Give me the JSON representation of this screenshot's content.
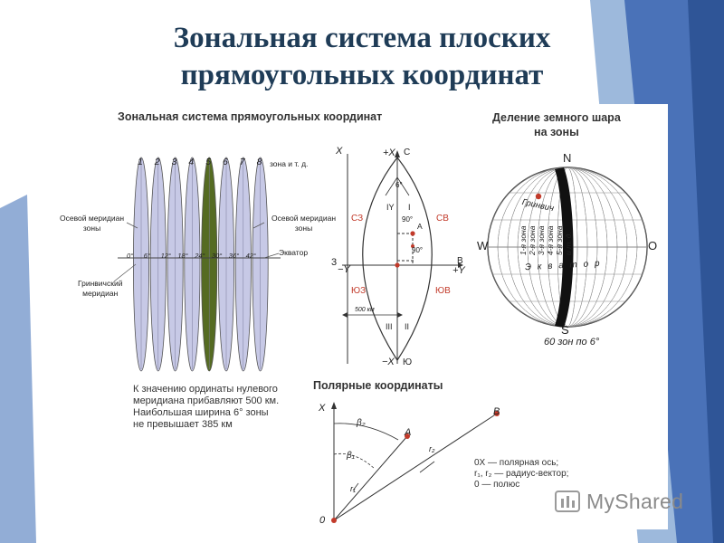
{
  "title": {
    "line1": "Зональная система плоских",
    "line2": "прямоугольных координат"
  },
  "zones_panel": {
    "heading": "Зональная система прямоугольных координат",
    "zone_numbers": [
      "1",
      "2",
      "3",
      "4",
      "5",
      "6",
      "7",
      "8"
    ],
    "zone_etc": "зона и т. д.",
    "degrees": [
      "0°",
      "6°",
      "12°",
      "18°",
      "24°",
      "30°",
      "36°",
      "42°"
    ],
    "axial_meridian_left": "Осевой меридиан\nзоны",
    "axial_meridian_right": "Осевой меридиан\nзоны",
    "equator": "Экватор",
    "greenwich": "Гринвичский\nмеридиан",
    "note": "К значению ординаты нулевого\nмеридиана прибавляют 500 км.\nНаибольшая ширина 6° зоны\nне превышает 385 км"
  },
  "zone_diagram": {
    "x_label": "X",
    "plus_x": "+X",
    "c_label": "С",
    "minus_x": "−X",
    "yu_label": "Ю",
    "b_label": "В",
    "plus_y": "+Y",
    "minus_y": "−Y",
    "three": "3",
    "six_deg": "6°",
    "deg_90_a": "90°",
    "deg_90_b": "90°",
    "a_label": "А",
    "sz": "СЗ",
    "sv": "СВ",
    "yuz": "ЮЗ",
    "yuv": "ЮВ",
    "q1": "I",
    "q2": "II",
    "q3": "III",
    "q4": "IY",
    "km": "500 км"
  },
  "globe": {
    "heading": "Деление земного шара\nна зоны",
    "n": "N",
    "s": "S",
    "w": "W",
    "o": "O",
    "greenwich": "Гринвич",
    "zones": [
      "1-я зона",
      "2-я зона",
      "3-я зона",
      "4-я зона",
      "5-я зона",
      "и т. д."
    ],
    "equator_letters": "Э к в а т о р",
    "caption": "60 зон по 6°"
  },
  "polar": {
    "heading": "Полярные координаты",
    "x_label": "X",
    "zero": "0",
    "a": "A",
    "b": "B",
    "beta1": "β₁",
    "beta2": "β₂",
    "r1": "r₁",
    "r2": "r₂",
    "legend": "0X — полярная ось;\nr₁, r₂ — радиус-вектор;\n0 — полюс"
  },
  "watermark": {
    "text": "MyShared"
  },
  "colors": {
    "title": "#1f3c57",
    "zone_fill": "#c7c9e6",
    "zone_highlight": "#556b22",
    "deco_blue": "#4a72b8",
    "deco_light": "#8fb0d8",
    "red_accent": "#c23a2a"
  }
}
